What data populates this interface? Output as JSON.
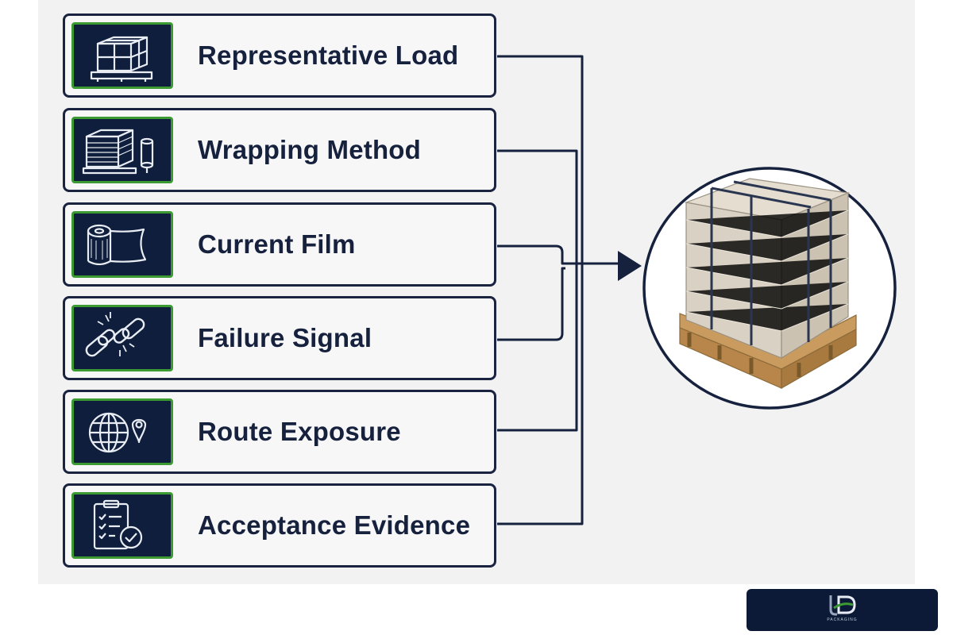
{
  "items": [
    {
      "label": "Representative Load",
      "icon": "pallet-boxes-icon"
    },
    {
      "label": "Wrapping Method",
      "icon": "wrapped-pallet-roll-icon"
    },
    {
      "label": "Current Film",
      "icon": "film-roll-icon"
    },
    {
      "label": "Failure Signal",
      "icon": "broken-chain-icon"
    },
    {
      "label": "Route Exposure",
      "icon": "globe-pin-icon"
    },
    {
      "label": "Acceptance Evidence",
      "icon": "clipboard-check-icon"
    }
  ],
  "result": {
    "icon": "wrapped-pallet-icon"
  },
  "logo": {
    "text": "PACKAGING",
    "icon": "brand-logo-icon"
  },
  "colors": {
    "navy": "#16213d",
    "icon_bg": "#0f1e3c",
    "icon_border": "#3c9a32",
    "panel": "#f2f2f3"
  }
}
